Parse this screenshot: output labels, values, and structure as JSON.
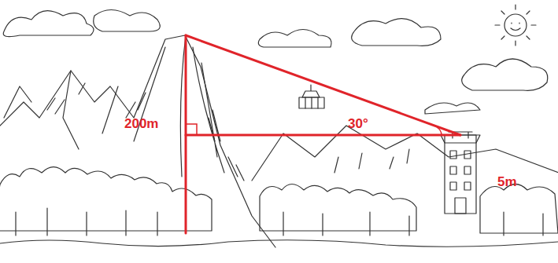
{
  "diagram": {
    "labels": [
      "200m",
      "30°",
      "5m"
    ]
  }
}
